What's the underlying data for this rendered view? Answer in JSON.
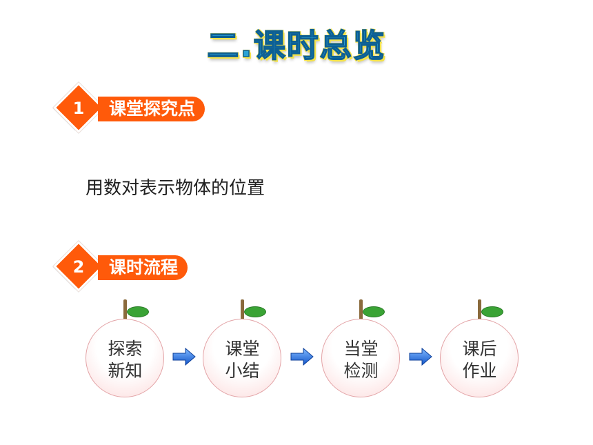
{
  "page": {
    "title": "二.课时总览"
  },
  "sections": [
    {
      "number": "1",
      "heading": "课堂探究点"
    },
    {
      "number": "2",
      "heading": "课时流程"
    }
  ],
  "content": {
    "topic": "用数对表示物体的位置"
  },
  "flow": {
    "steps": [
      {
        "line1": "探索",
        "line2": "新知"
      },
      {
        "line1": "课堂",
        "line2": "小结"
      },
      {
        "line1": "当堂",
        "line2": "检测"
      },
      {
        "line1": "课后",
        "line2": "作业"
      }
    ]
  },
  "colors": {
    "accent": "#ff5a0a",
    "title_fill": "#2ba3d6",
    "title_outline": "#f4e24a",
    "arrow": "#1e6fe0",
    "leaf": "#3aa335"
  }
}
